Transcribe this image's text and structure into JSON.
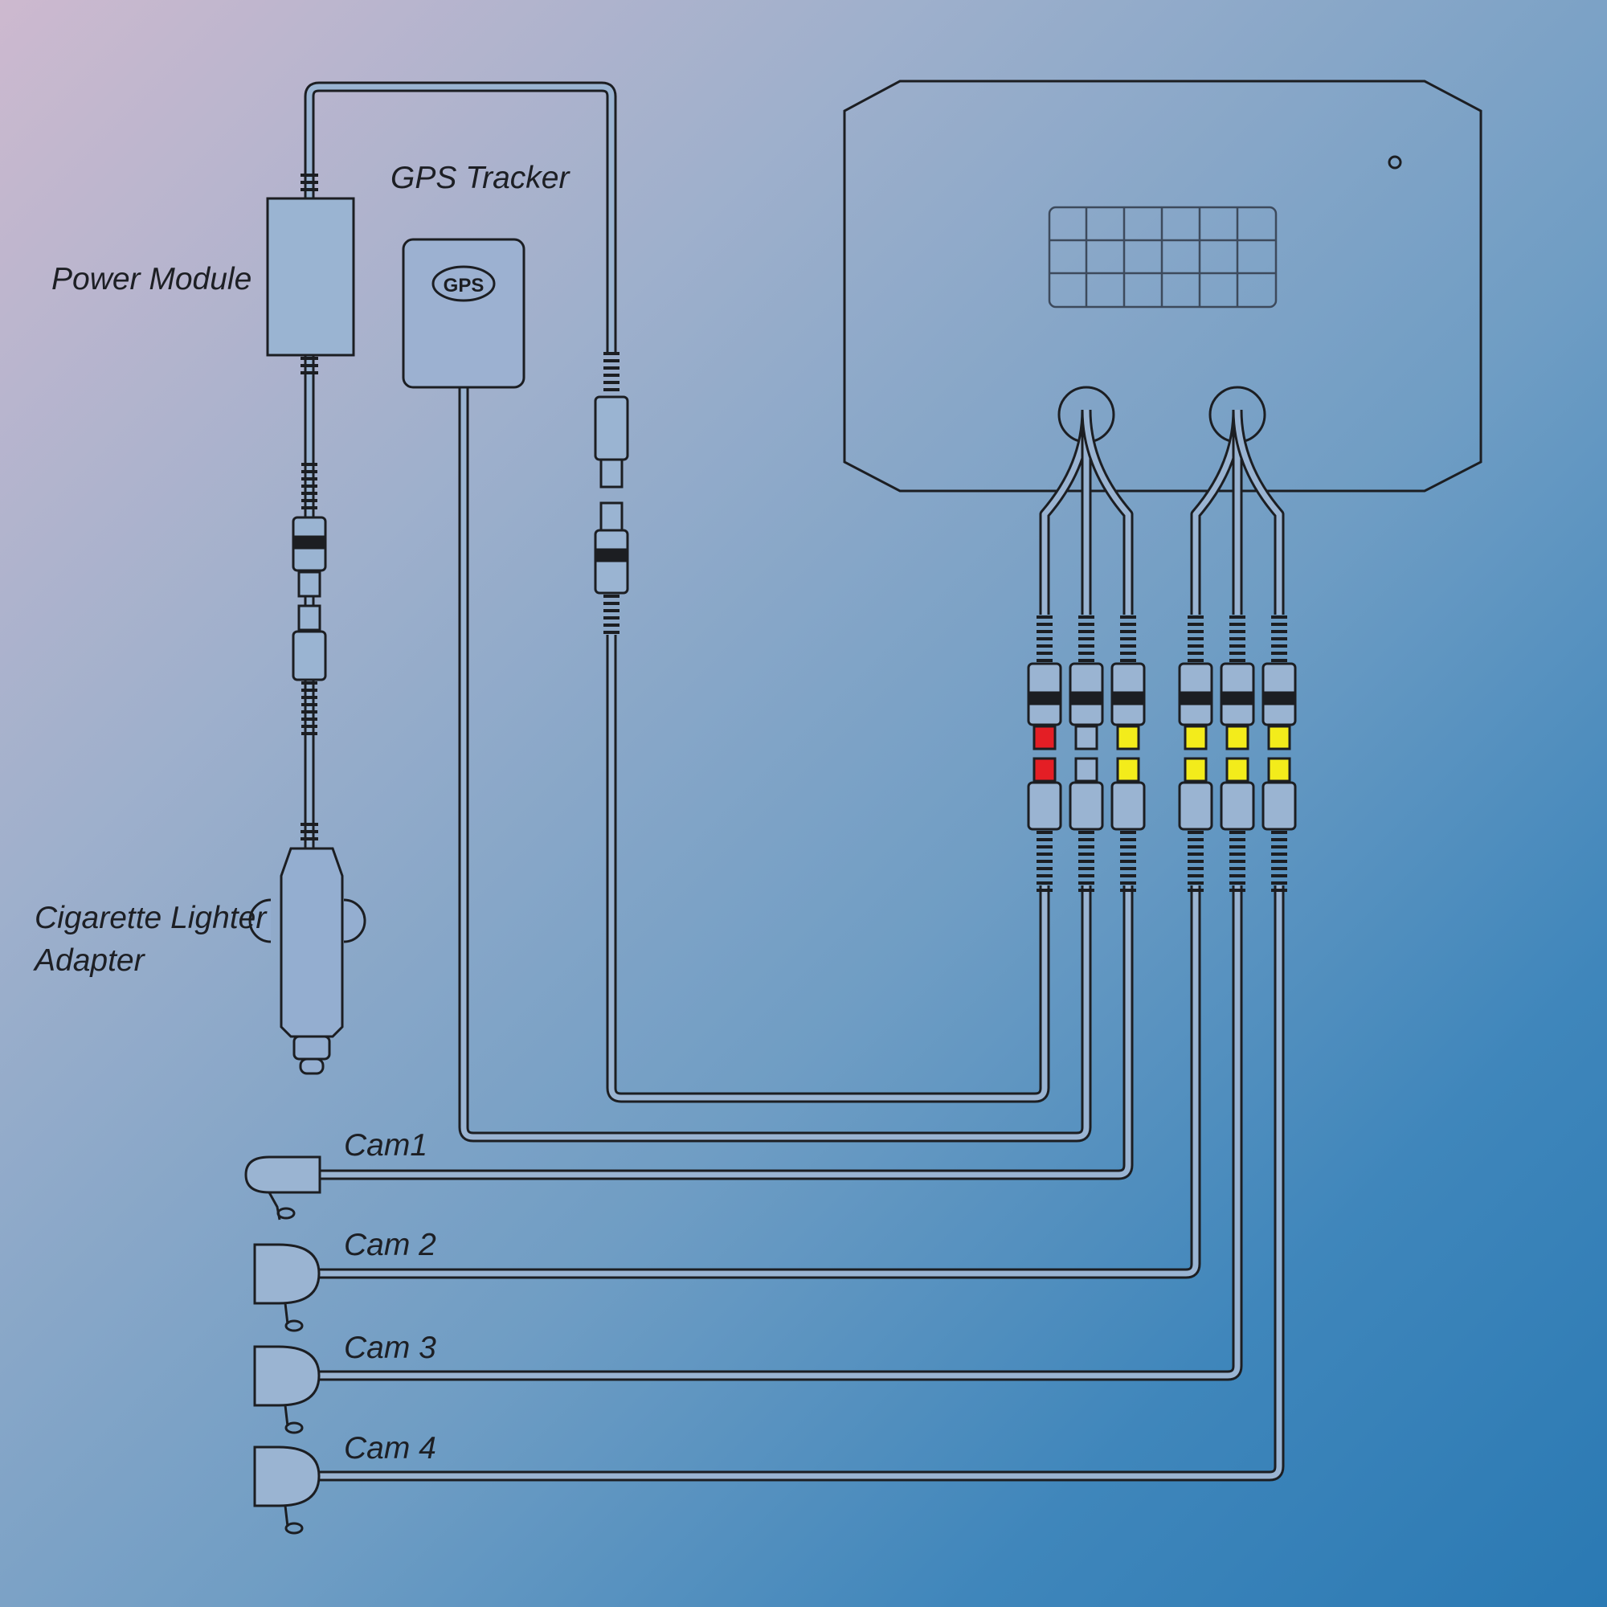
{
  "labels": {
    "power_module": "Power Module",
    "gps_tracker": "GPS Tracker",
    "cigarette_lighter_line1": "Cigarette Lighter",
    "cigarette_lighter_line2": "Adapter",
    "cam1": "Cam1",
    "cam2": "Cam 2",
    "cam3": "Cam 3",
    "cam4": "Cam 4",
    "gps_badge": "GPS"
  },
  "colors": {
    "line": "#1c1e22",
    "cable_fill": "#9ab4d2",
    "connector_red": "#e41e25",
    "connector_yellow": "#f3ec1b"
  },
  "connector_colors": [
    "red",
    "white",
    "yellow",
    "yellow",
    "yellow",
    "yellow"
  ]
}
